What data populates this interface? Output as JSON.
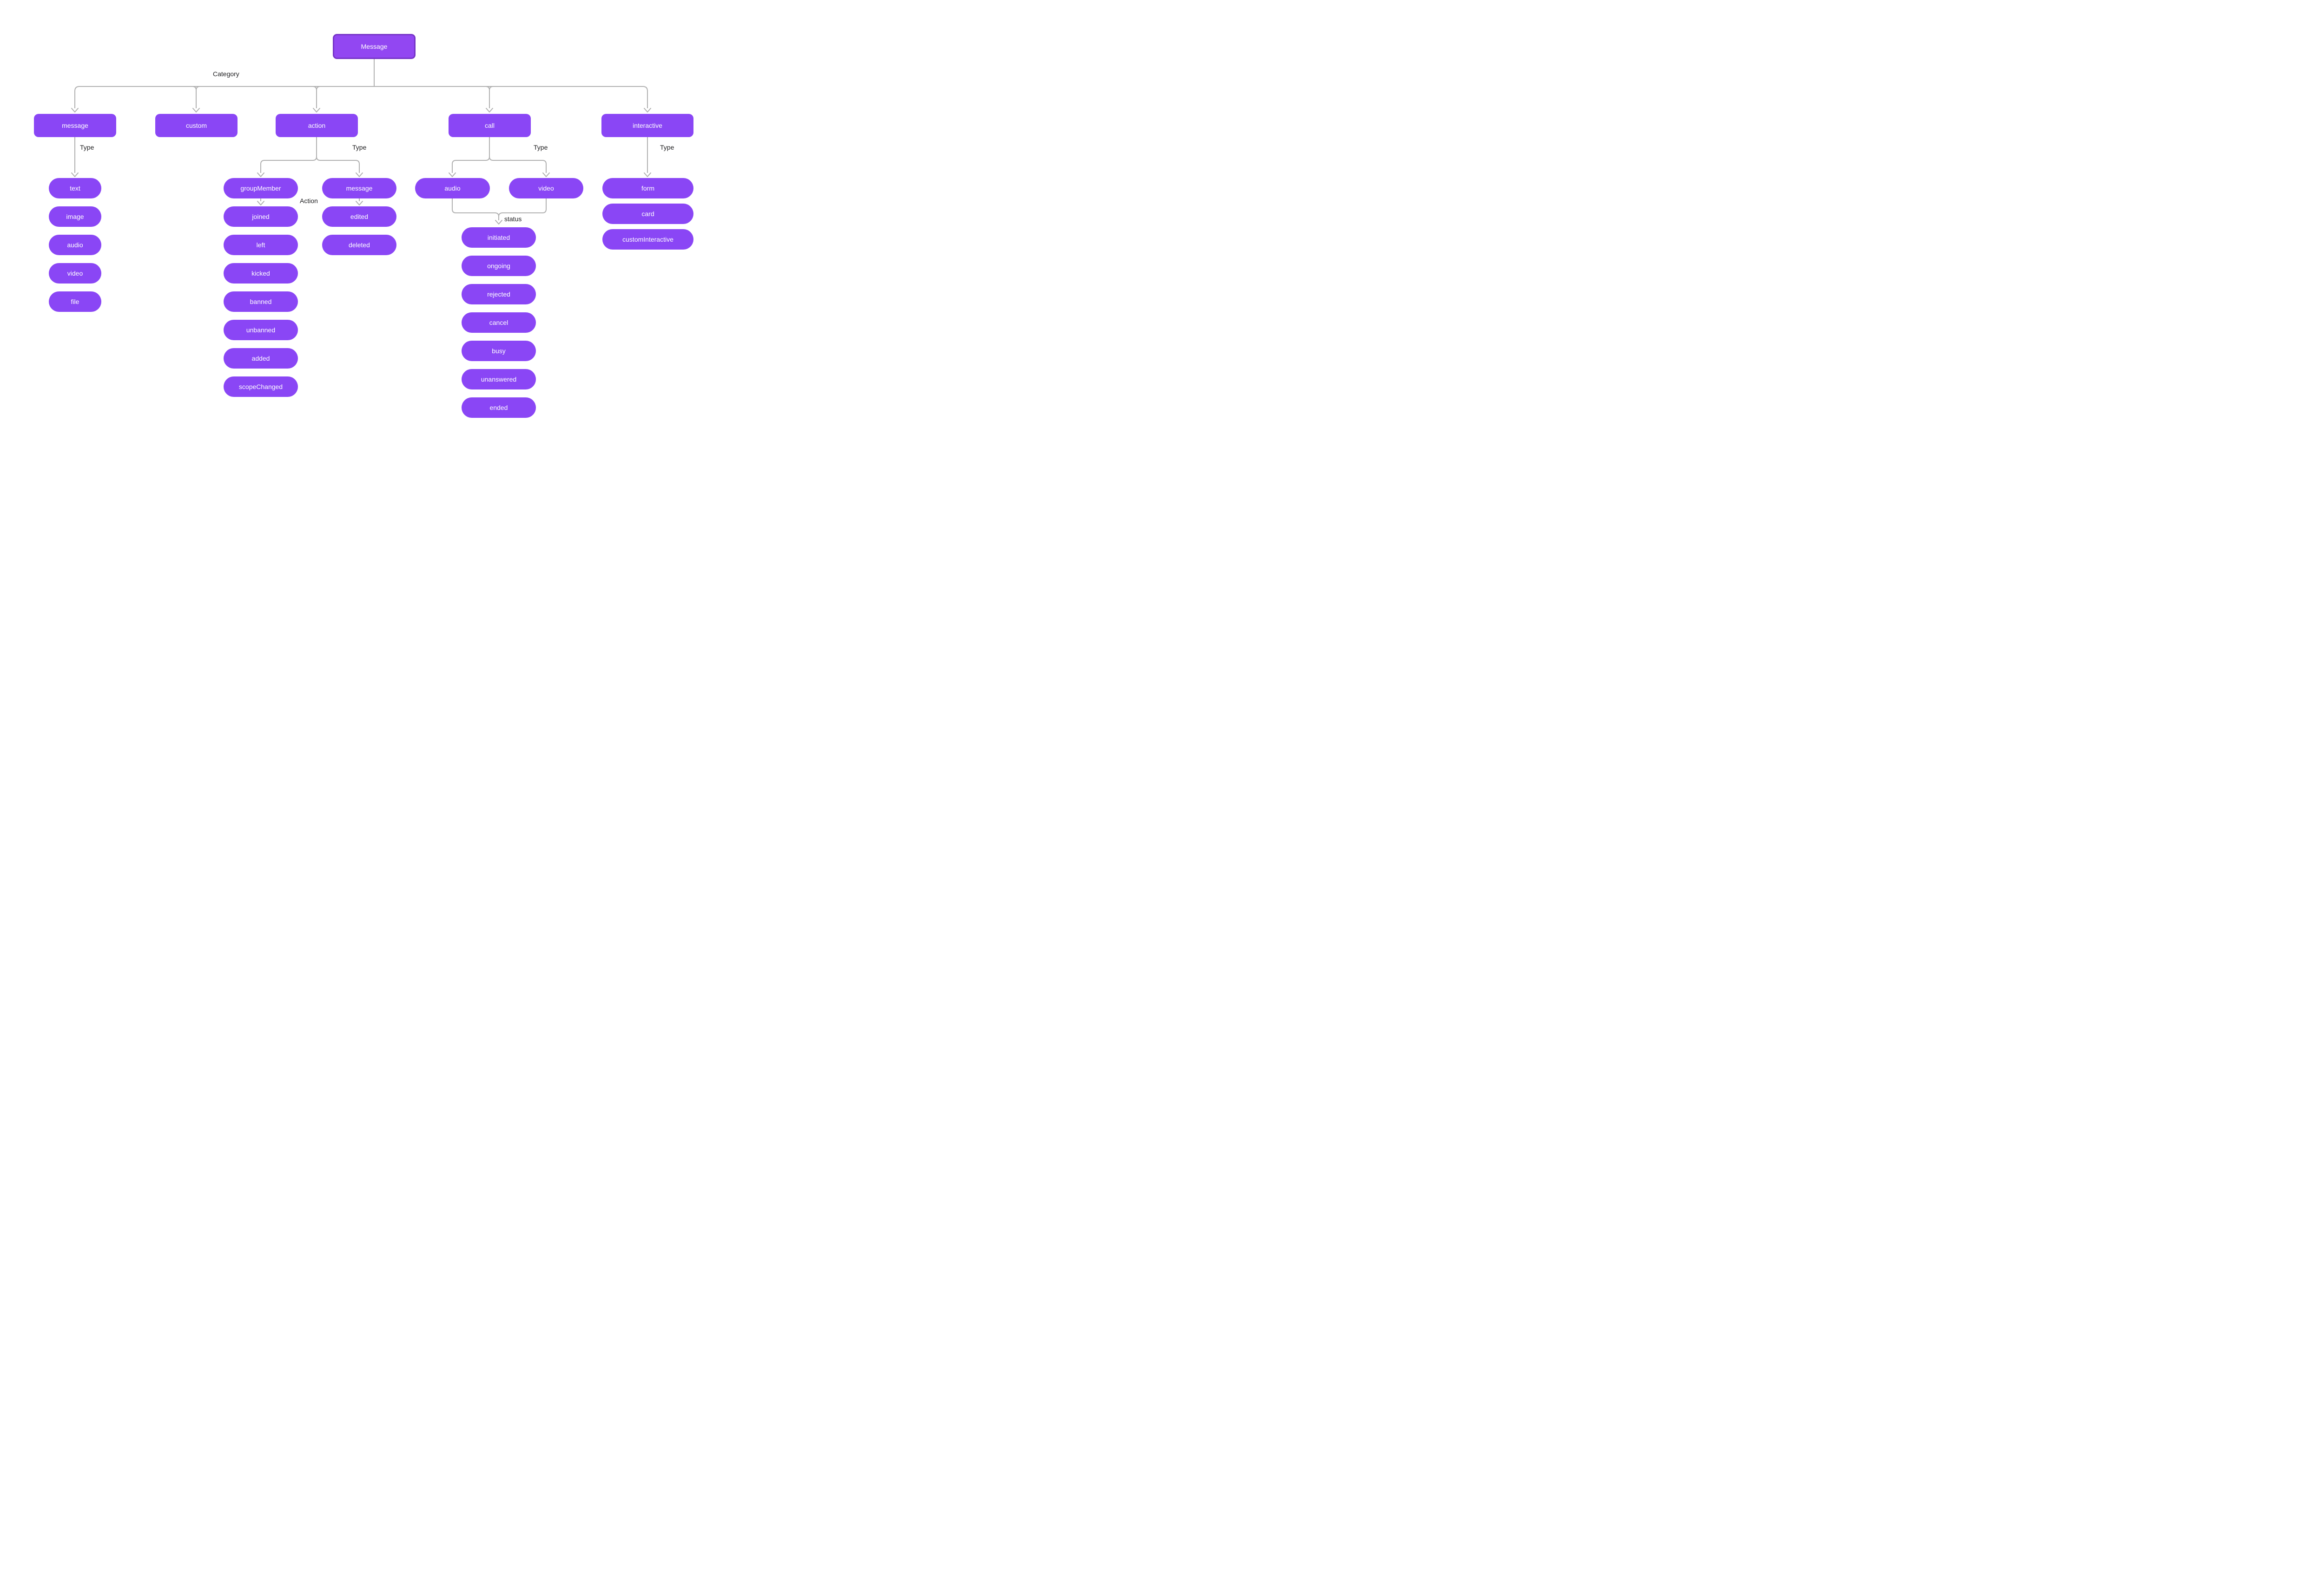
{
  "root": {
    "label": "Message"
  },
  "edge_labels": {
    "category": "Category",
    "type": "Type",
    "action": "Action",
    "status": "status"
  },
  "categories": {
    "message": {
      "label": "message",
      "types": [
        "text",
        "image",
        "audio",
        "video",
        "file"
      ]
    },
    "custom": {
      "label": "custom"
    },
    "action": {
      "label": "action",
      "group_member": {
        "label": "groupMember",
        "actions": [
          "joined",
          "left",
          "kicked",
          "banned",
          "unbanned",
          "added",
          "scopeChanged"
        ]
      },
      "message": {
        "label": "message",
        "actions": [
          "edited",
          "deleted"
        ]
      }
    },
    "call": {
      "label": "call",
      "types": [
        "audio",
        "video"
      ],
      "statuses": [
        "initiated",
        "ongoing",
        "rejected",
        "cancel",
        "busy",
        "unanswered",
        "ended"
      ]
    },
    "interactive": {
      "label": "interactive",
      "types": [
        "form",
        "card",
        "customInteractive"
      ]
    }
  },
  "colors": {
    "node_fill": "#8a46f5",
    "root_fill": "#9247f2",
    "root_border": "#7634c8",
    "connector": "#b1b1b1",
    "label_text": "#1d1d1f",
    "node_text": "#ffffff",
    "canvas_bg": "#ffffff"
  }
}
